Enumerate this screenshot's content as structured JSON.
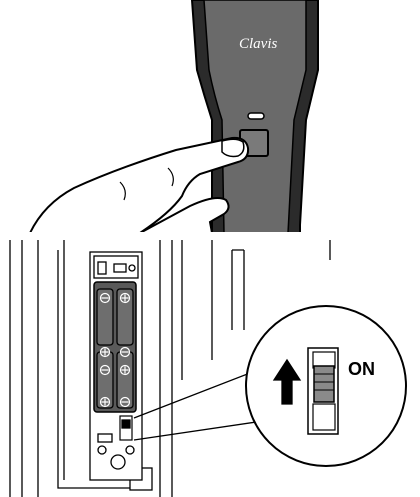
{
  "illustration": {
    "device_brand": "Clavis",
    "switch_callout_label": "ON",
    "icons": [
      "finger-pressing-button",
      "battery-holder",
      "up-arrow-icon",
      "slide-switch"
    ],
    "colors": {
      "device_body": "#555555",
      "device_edge": "#2a2a2a",
      "line_art": "#000000",
      "background": "#ffffff"
    }
  }
}
